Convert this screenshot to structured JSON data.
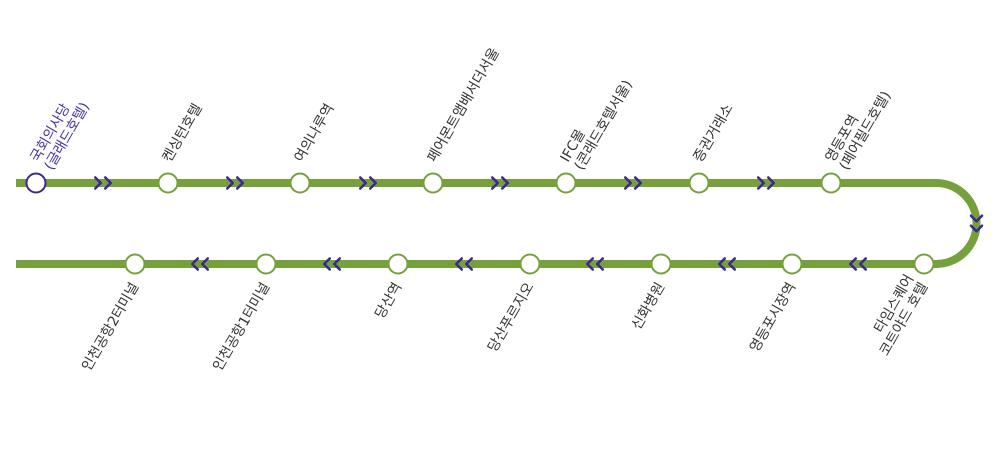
{
  "colors": {
    "line": "#76a03b",
    "current": "#3b2a8c",
    "text": "#333333",
    "current_text": "#4b2fa0",
    "arrow": "#3b2a8c",
    "station_fill": "#ffffff"
  },
  "icons": {
    "direction_forward": "double-chevron-right-icon",
    "direction_backward": "double-chevron-left-icon",
    "direction_turn": "double-chevron-down-icon"
  },
  "route": {
    "current_station": "국회의사당 (글래드호텔)",
    "upper_stations": [
      {
        "lines": [
          "국회의사당",
          "(글래드호텔)"
        ],
        "current": true
      },
      {
        "lines": [
          "켄싱턴호텔"
        ],
        "current": false
      },
      {
        "lines": [
          "여의나루역"
        ],
        "current": false
      },
      {
        "lines": [
          "페어몬트앰배서더서울"
        ],
        "current": false
      },
      {
        "lines": [
          "IFC몰",
          "(콘래드호텔서울)"
        ],
        "current": false
      },
      {
        "lines": [
          "증권거래소"
        ],
        "current": false
      },
      {
        "lines": [
          "영등포역",
          "(페어필드호텔)"
        ],
        "current": false
      }
    ],
    "lower_stations": [
      {
        "lines": [
          "인천공항2터미널"
        ],
        "current": false
      },
      {
        "lines": [
          "인천공항1터미널"
        ],
        "current": false
      },
      {
        "lines": [
          "당산역"
        ],
        "current": false
      },
      {
        "lines": [
          "당산푸르지오"
        ],
        "current": false
      },
      {
        "lines": [
          "신화병원"
        ],
        "current": false
      },
      {
        "lines": [
          "영등포시장역"
        ],
        "current": false
      },
      {
        "lines": [
          "타임스퀘어",
          "코트야드 호텔"
        ],
        "current": false
      }
    ]
  }
}
